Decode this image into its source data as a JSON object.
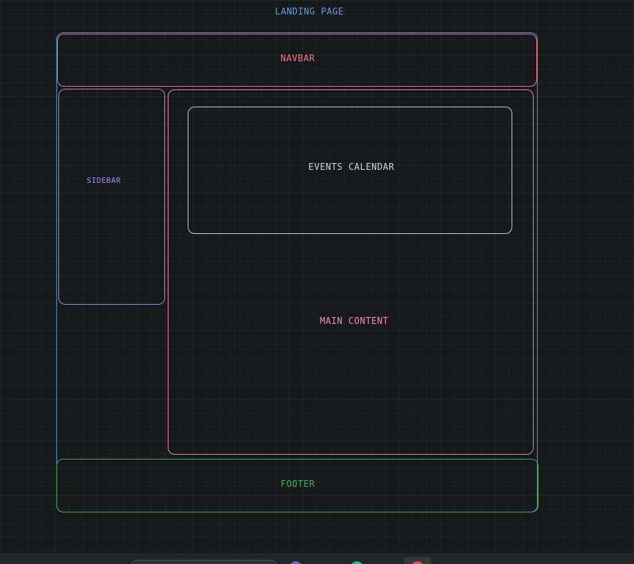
{
  "diagram": {
    "title": "LANDING PAGE",
    "navbar_label": "NAVBAR",
    "sidebar_label": "SIDEBAR",
    "calendar_label": "EVENTS CALENDAR",
    "main_label": "MAIN CONTENT",
    "footer_label": "FOOTER"
  },
  "colors": {
    "background": "#16181c",
    "title": "#5b9ee6",
    "page_frame": "#5b8fd6",
    "navbar": "#f07a83",
    "sidebar": "#a28cf0",
    "main": "#f08cb8",
    "calendar": "#cfd3d8",
    "footer": "#3fae5e"
  },
  "toolbar": {
    "icons": [
      "toolbar-pill-icon",
      "purple-dot-icon",
      "teal-dot-icon",
      "red-dot-icon"
    ]
  }
}
